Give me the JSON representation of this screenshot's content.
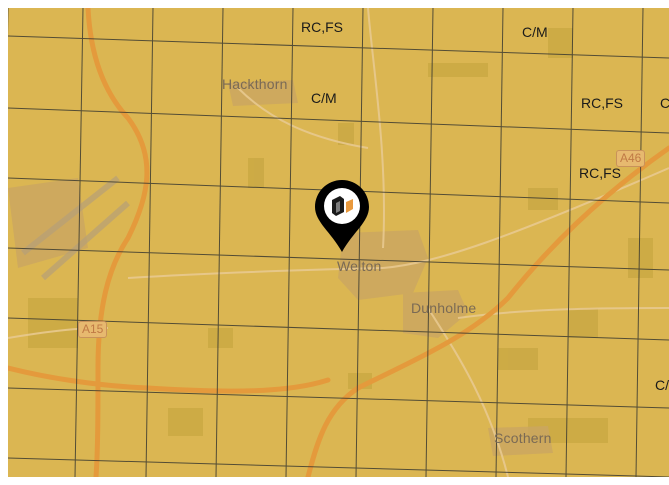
{
  "map": {
    "places": {
      "hackthorn": "Hackthorn",
      "welton": "Welton",
      "dunholme": "Dunholme",
      "scothern": "Scothern"
    },
    "roads": {
      "a15": "A15",
      "a46": "A46"
    },
    "grid_labels": {
      "label_1": "RC,FS",
      "label_2": "C/M",
      "label_3": "C/M",
      "label_4": "RC,FS",
      "label_5": "C",
      "label_6": "RC,FS",
      "label_7": "C/"
    },
    "marker": {
      "icon": "location-pin-icon"
    },
    "colors": {
      "base": "#dbb652",
      "field": "#c9a843",
      "road_major": "#e49a3c",
      "grid": "#3b3a30",
      "marker": "#000000"
    }
  }
}
